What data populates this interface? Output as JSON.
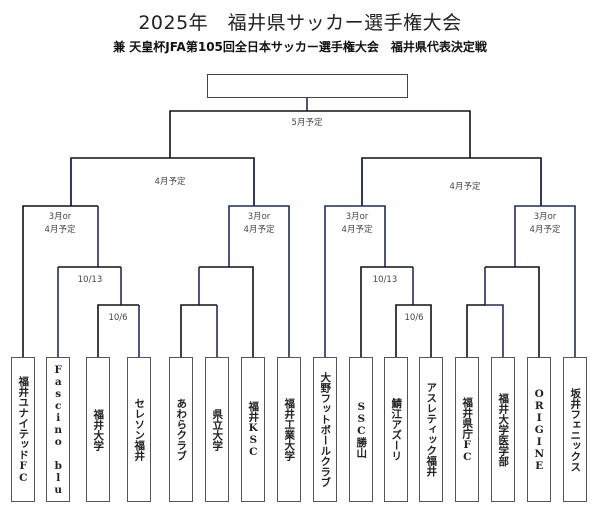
{
  "header": {
    "title": "2025年　福井県サッカー選手権大会",
    "subtitle": "兼 天皇杯JFA第105回全日本サッカー選手権大会　福井県代表決定戦"
  },
  "champion_box": "",
  "rounds": {
    "final": "5月予定",
    "semi_left": "4月予定",
    "semi_right": "4月予定",
    "quarter": [
      "3月or\n4月予定",
      "3月or\n4月予定",
      "3月or\n4月予定",
      "3月or\n4月予定"
    ],
    "second_round_left": "10/13",
    "first_round_left": "10/6",
    "second_round_right": "10/13",
    "first_round_right": "10/6"
  },
  "quarter_labels": {
    "line1": "3月or",
    "line2": "4月予定"
  },
  "teams": [
    "福井ユナイテッドFC",
    "Fascino blu",
    "福井大学",
    "セレソン福井",
    "あわらクラブ",
    "県立大学",
    "福井KSC",
    "福井工業大学",
    "大野フットボールクラブ",
    "SSC勝山",
    "鯖江アズーリ",
    "アスレティック福井",
    "福井県庁FC",
    "福井大学医学部",
    "ORIGINE",
    "坂井フェニックス"
  ],
  "colors": {
    "line_navy": "#1e2d5e",
    "line_black": "#111111"
  }
}
